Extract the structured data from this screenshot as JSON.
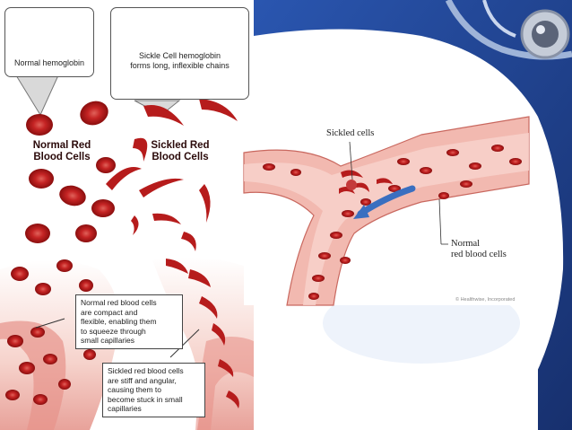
{
  "left_panel": {
    "callouts": {
      "normal": "Normal hemoglobin",
      "sickle_line1": "Sickle Cell hemoglobin",
      "sickle_line2": "forms long, inflexible chains"
    },
    "labels": {
      "normal_line1": "Normal Red",
      "normal_line2": "Blood Cells",
      "sickled_line1": "Sickled Red",
      "sickled_line2": "Blood Cells"
    },
    "notes": {
      "normal": [
        "Normal red blood cells",
        "are compact and",
        "flexible, enabling them",
        "to squeeze through",
        "small capillaries"
      ],
      "sickled": [
        "Sickled red blood cells",
        "are stiff and angular,",
        "causing them to",
        "become stuck in small",
        "capillaries"
      ]
    }
  },
  "right_panel": {
    "sickled_label": "Sickled cells",
    "normal_label_line1": "Normal",
    "normal_label_line2": "red blood cells",
    "credit": "© Healthwise, Incorporated"
  },
  "colors": {
    "navy": "#1f3f8c",
    "cell_red": "#b81d1d",
    "vessel_pink": "#f2b9b0"
  }
}
